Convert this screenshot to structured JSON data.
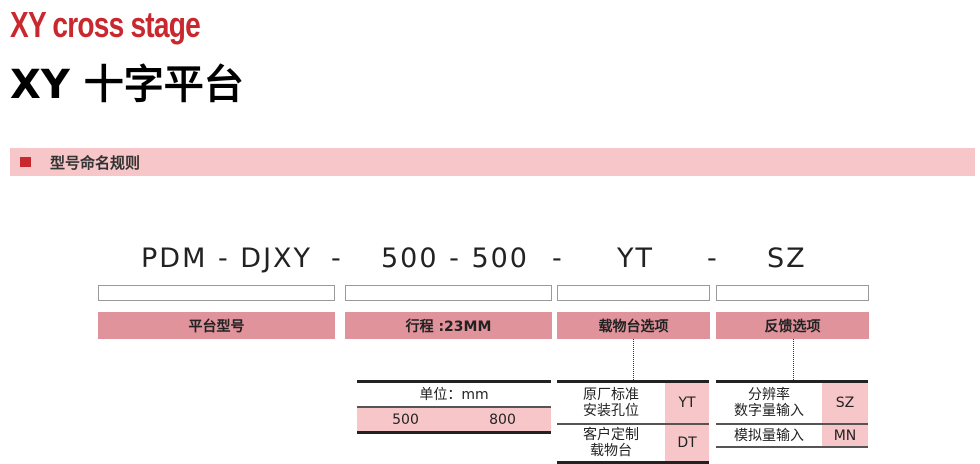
{
  "title_en": "XY cross stage",
  "title_cn": "XY 十字平台",
  "section": "型号命名规则",
  "code": {
    "p1": "PDM - DJXY",
    "d1": "-",
    "p2": "500 - 500",
    "d2": "-",
    "p3": "YT",
    "d3": "-",
    "p4": "SZ"
  },
  "headers": [
    "平台型号",
    "行程 :23MM",
    "载物台选项",
    "反馈选项"
  ],
  "stroke": {
    "unit": "单位：mm",
    "values": [
      "500",
      "800"
    ]
  },
  "stage": [
    {
      "desc": "原厂标准\n安装孔位",
      "code": "YT"
    },
    {
      "desc": "客户定制\n载物台",
      "code": "DT"
    }
  ],
  "feedback": [
    {
      "desc": "分辨率\n数字量输入",
      "code": "SZ"
    },
    {
      "desc": "模拟量输入",
      "code": "MN"
    }
  ],
  "colors": {
    "red": "#c8282e",
    "pink": "#f7c6c8",
    "header": "#e0939a"
  }
}
